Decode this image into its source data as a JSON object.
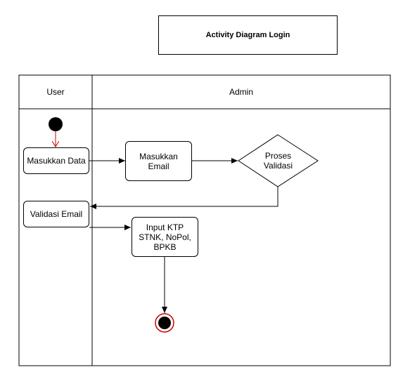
{
  "diagram": {
    "title": "Activity Diagram Login",
    "lanes": [
      {
        "label": "User"
      },
      {
        "label": "Admin"
      }
    ],
    "nodes": {
      "masukkan_data": "Masukkan Data",
      "masukkan_email": "Masukkan\nEmail",
      "proses_validasi": "Proses\nValidasi",
      "validasi_email": "Validasi Email",
      "input_data": "Input KTP\nSTNK, NoPol,\nBPKB"
    },
    "colors": {
      "line": "#000000",
      "start_node": "#000000",
      "end_node_ring": "#cc0000",
      "start_arrow": "#cc0000"
    }
  }
}
